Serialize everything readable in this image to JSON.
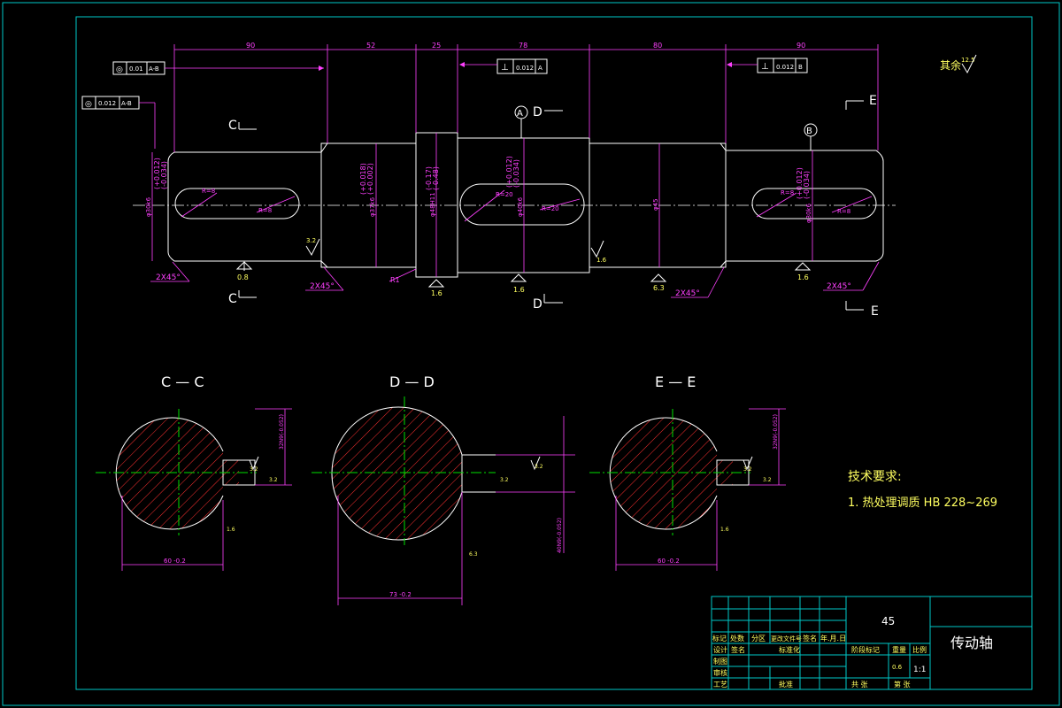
{
  "top_dims": [
    "90",
    "52",
    "25",
    "78",
    "80",
    "90"
  ],
  "geo_tol_1": {
    "symbol": "◎",
    "value": "0.01",
    "datum": "A-B"
  },
  "geo_tol_2": {
    "symbol": "◎",
    "value": "0.012",
    "datum": "A-B"
  },
  "geo_tol_3": {
    "symbol": "⊥",
    "value": "0.012",
    "datum": "A"
  },
  "geo_tol_4": {
    "symbol": "⊥",
    "value": "0.012",
    "datum": "B"
  },
  "datum_a": "A",
  "datum_b": "B",
  "section_marks": {
    "c": "C",
    "d": "D",
    "e": "E"
  },
  "roughness_rest": {
    "label": "其余",
    "value": "12.5"
  },
  "radial_labels": [
    "R=8",
    "R=8",
    "R=20",
    "R=20",
    "R=8",
    "R=8"
  ],
  "diam_labels": [
    "φ30k6",
    "φ37k6",
    "φ48H11",
    "φ40k6",
    "φ45",
    "φ30k6"
  ],
  "tol_labels": [
    "(+0.012)",
    "(-0.034)",
    "(+0.018)",
    "(+0.002)",
    "(-0.17)",
    "(-0.48)",
    "(+0.012)",
    "(-0.034)",
    "(+0.012)",
    "(-0.034)"
  ],
  "chamfers": [
    "2X45°",
    "2X45°",
    "2X45°",
    "2X45°"
  ],
  "roughness_main": [
    "3.2",
    "0.8",
    "R1",
    "1.6",
    "1.6",
    "1.6",
    "6.3",
    "1.6"
  ],
  "section_titles": [
    "C — C",
    "D — D",
    "E — E"
  ],
  "section_dims": {
    "c_width": "60 -0.2",
    "d_width": "73 -0.2",
    "e_width": "60 -0.2",
    "c_key": "32N9(-0.052)",
    "d_key": "40N9(-0.052)",
    "e_key": "32N9(-0.052)",
    "rough_32": "3.2",
    "rough_63": "6.3",
    "rough_16": "1.6"
  },
  "tech_req": {
    "title": "技术要求:",
    "item1": "1. 热处理调质 HB 228~269"
  },
  "title_block": {
    "material": "45",
    "part_name": "传动轴",
    "r1": [
      "标记",
      "处数",
      "分区",
      "更改文件号",
      "签名",
      "年.月.日"
    ],
    "r2": [
      "设计",
      "签名",
      "标准化"
    ],
    "r3": [
      "制图"
    ],
    "r4": [
      "审核"
    ],
    "r5": [
      "工艺",
      "批准"
    ],
    "stage": "阶段标记",
    "weight": "重量",
    "scale_label": "比例",
    "weight_val": "0.6",
    "scale_val": "1:1",
    "sheet_total": "共 张",
    "sheet_no": "第 张"
  }
}
